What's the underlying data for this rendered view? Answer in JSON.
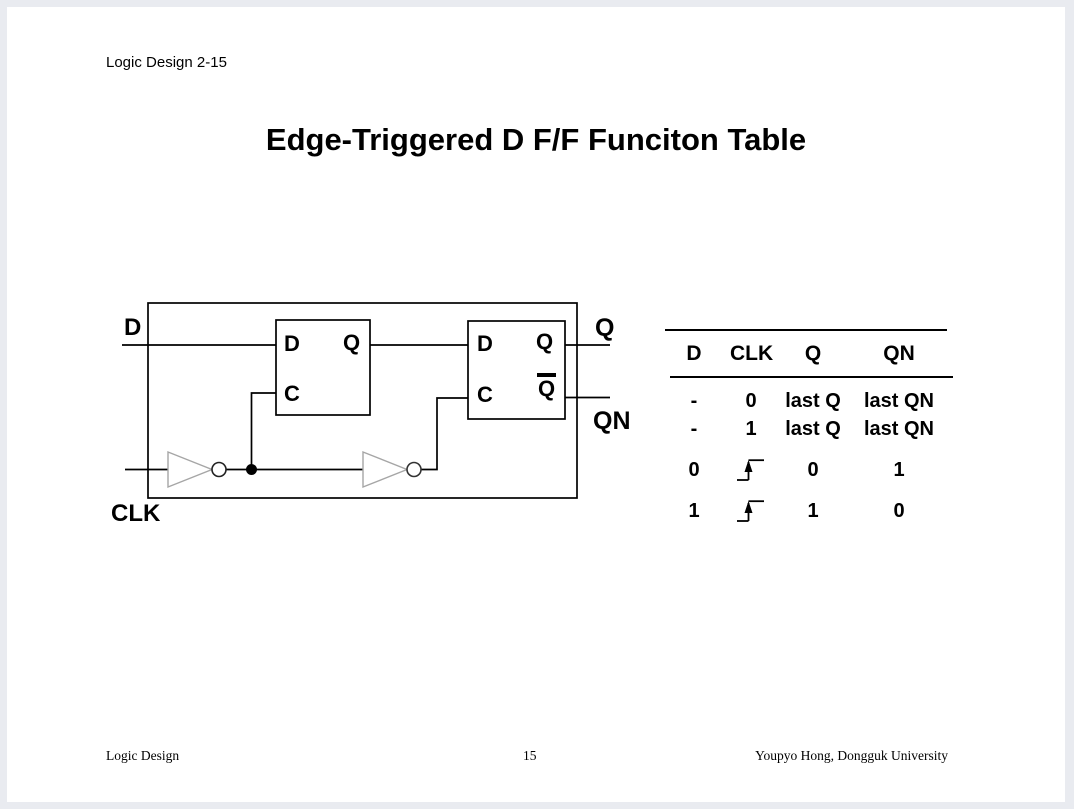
{
  "colors": {
    "frame_background": "#e9ebf0",
    "page_background": "#ffffff",
    "line": "#000000",
    "inverter_outline": "#a6a6a6"
  },
  "slide": {
    "slide_label": "Logic Design 2-15",
    "title": "Edge-Triggered D F/F Funciton Table"
  },
  "circuit": {
    "external_labels": {
      "d": "D",
      "clk": "CLK",
      "q": "Q",
      "qn": "QN"
    },
    "ff1": {
      "d": "D",
      "q": "Q",
      "c": "C"
    },
    "ff2": {
      "d": "D",
      "q": "Q",
      "c": "C",
      "qbar": "Q"
    }
  },
  "table": {
    "headers": [
      "D",
      "CLK",
      "Q",
      "QN"
    ],
    "rows": [
      {
        "d": "-",
        "clk": "0",
        "q": "last Q",
        "qn": "last QN"
      },
      {
        "d": "-",
        "clk": "1",
        "q": "last Q",
        "qn": "last QN"
      },
      {
        "d": "0",
        "clk": "rising-edge",
        "q": "0",
        "qn": "1"
      },
      {
        "d": "1",
        "clk": "rising-edge",
        "q": "1",
        "qn": "0"
      }
    ]
  },
  "footer": {
    "left": "Logic Design",
    "page_number": "15",
    "right": "Youpyo Hong, Dongguk University"
  }
}
